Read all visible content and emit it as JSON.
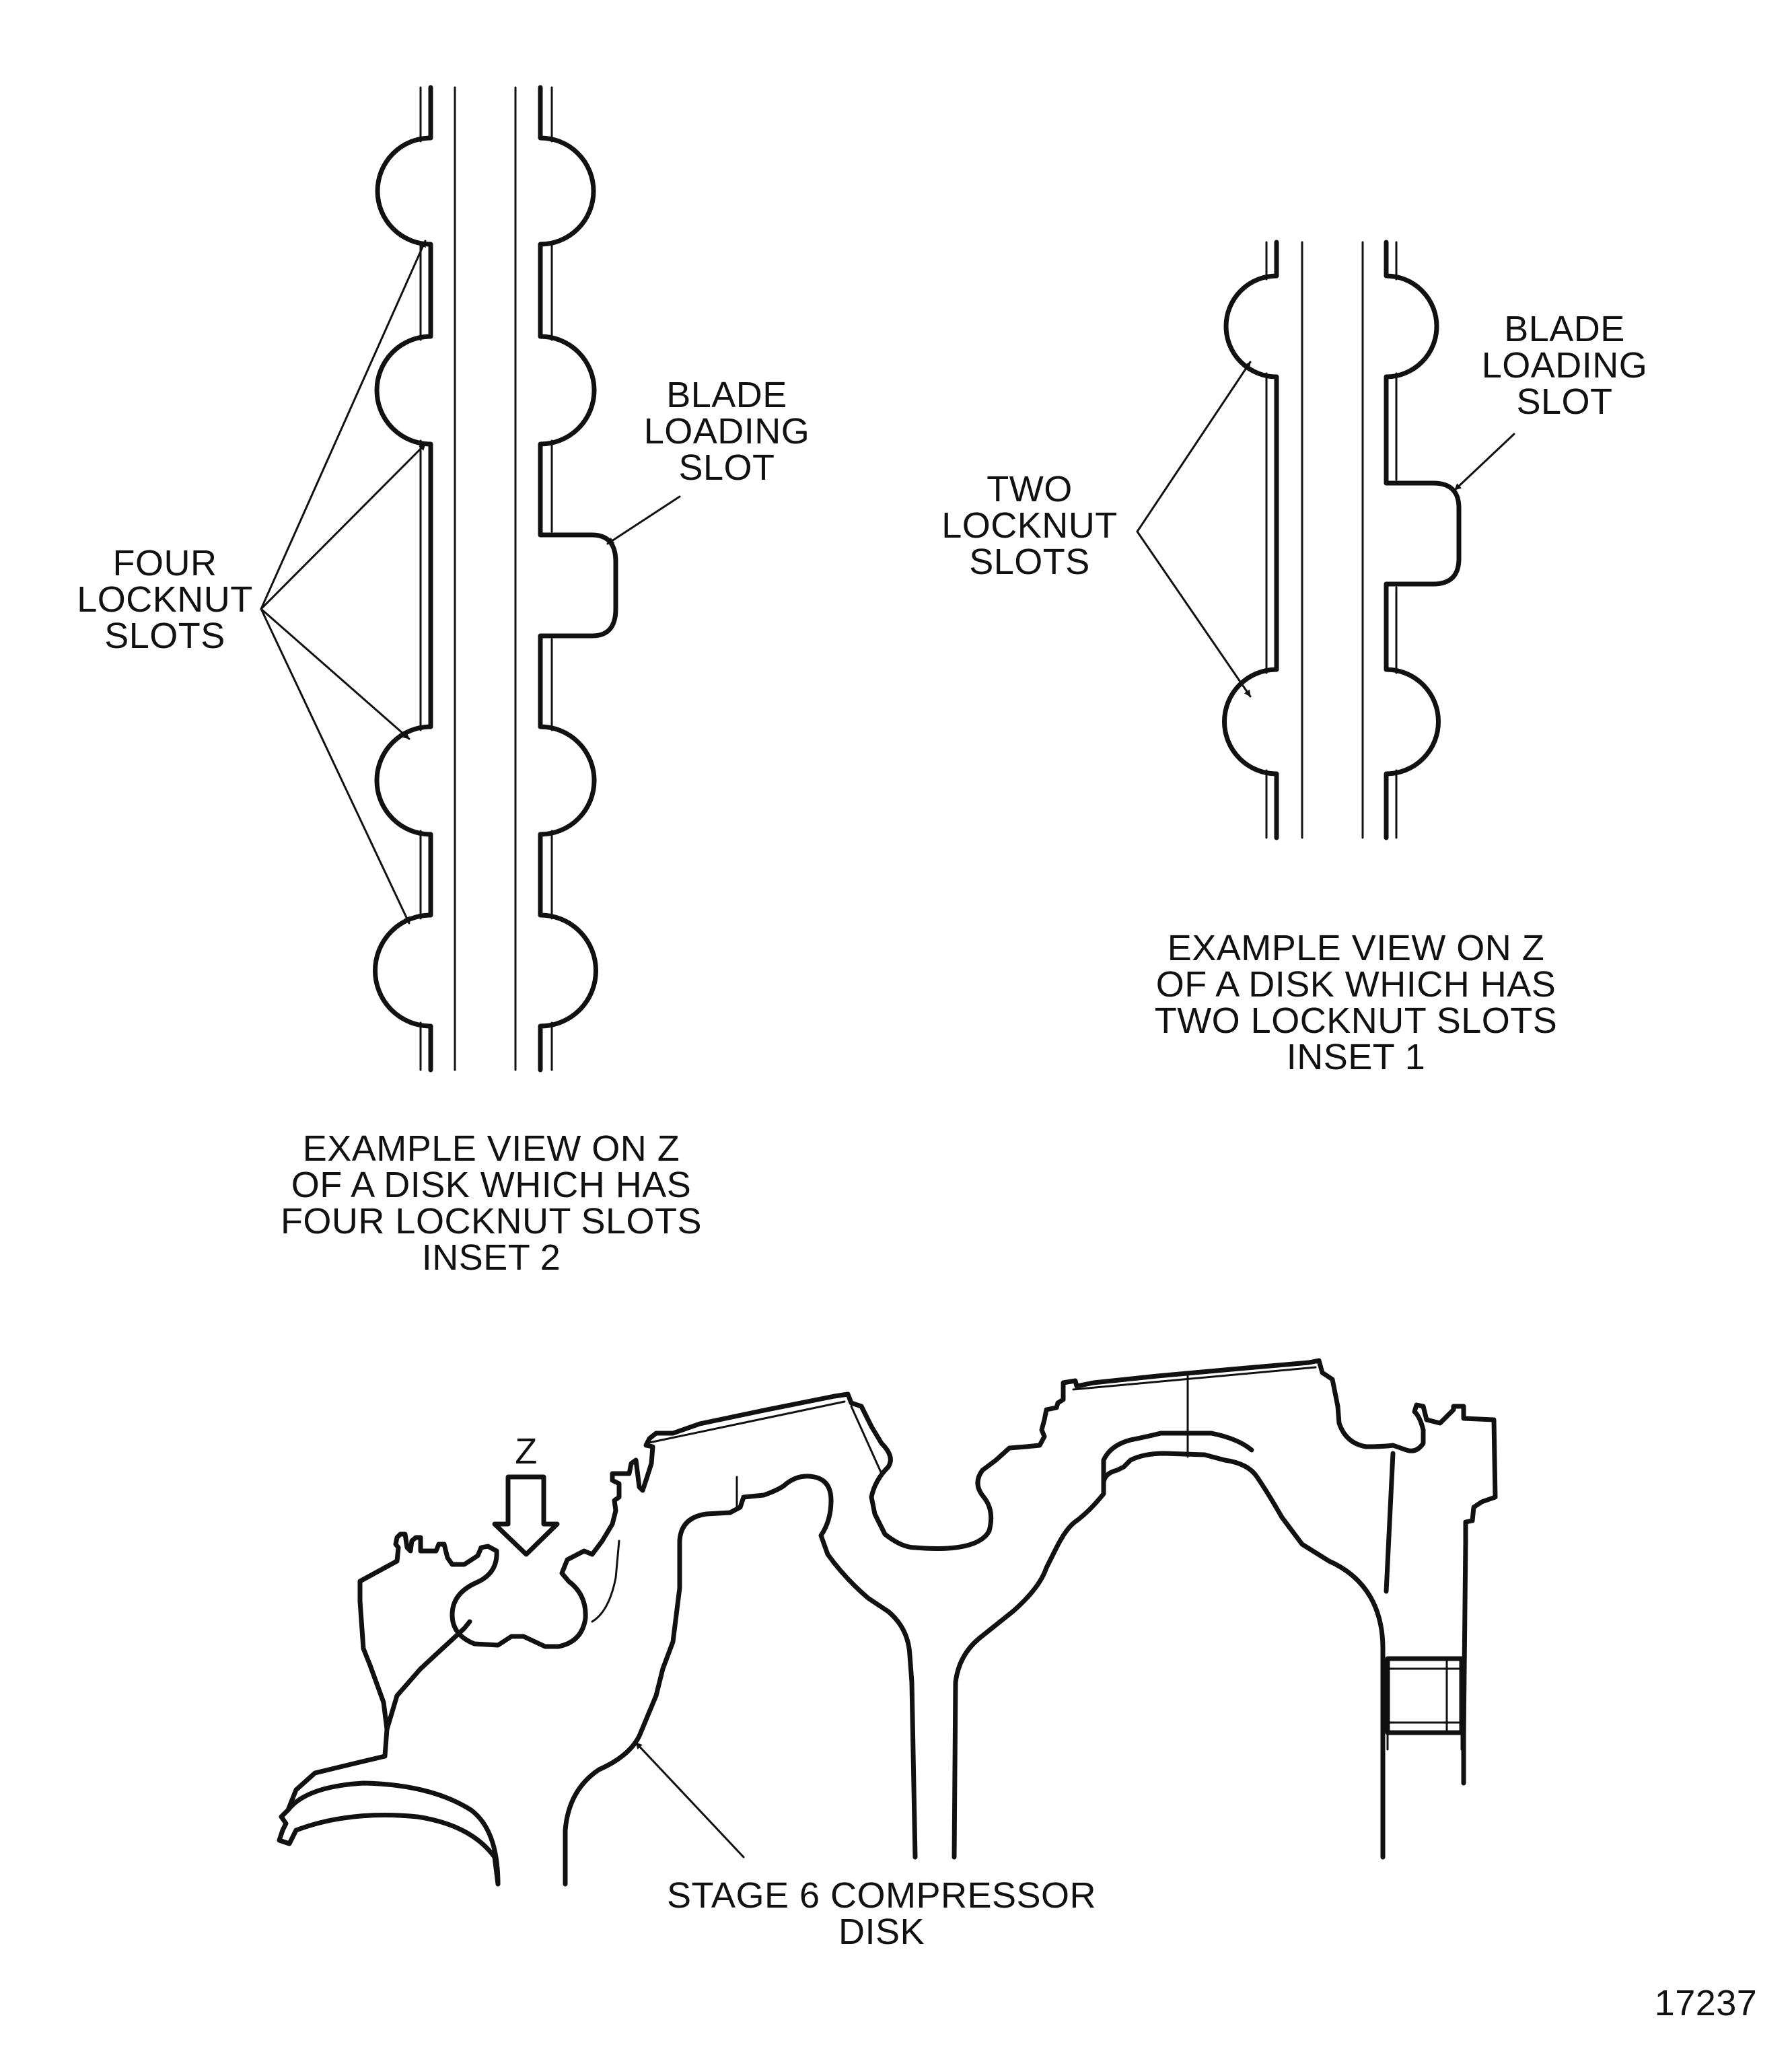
{
  "inset2": {
    "callout": [
      "FOUR",
      "LOCKNUT",
      "SLOTS"
    ],
    "blade_label": [
      "BLADE",
      "LOADING",
      "SLOT"
    ],
    "caption": [
      "EXAMPLE VIEW ON Z",
      "OF A DISK WHICH HAS",
      "FOUR LOCKNUT SLOTS",
      "INSET 2"
    ]
  },
  "inset1": {
    "callout": [
      "TWO",
      "LOCKNUT",
      "SLOTS"
    ],
    "blade_label": [
      "BLADE",
      "LOADING",
      "SLOT"
    ],
    "caption": [
      "EXAMPLE VIEW ON  Z",
      "OF A DISK WHICH  HAS",
      "TWO LOCKNUT SLOTS",
      "INSET 1"
    ]
  },
  "section": {
    "view_letter": "Z",
    "disk_label": [
      "STAGE 6 COMPRESSOR",
      "DISK"
    ]
  },
  "figure_number": "17237"
}
